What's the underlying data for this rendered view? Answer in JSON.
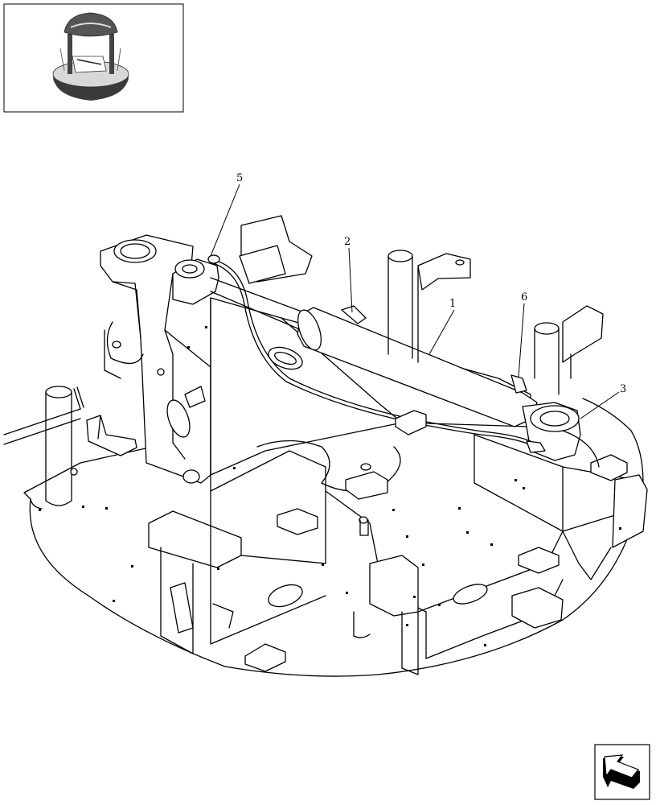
{
  "callouts": [
    {
      "id": "1",
      "label": "1"
    },
    {
      "id": "2",
      "label": "2"
    },
    {
      "id": "3",
      "label": "3"
    },
    {
      "id": "5",
      "label": "5"
    },
    {
      "id": "6",
      "label": "6"
    }
  ],
  "colors": {
    "line": "#000000",
    "background": "#ffffff",
    "thumb_dark": "#3a3a3a",
    "thumb_light": "#d8d8d8"
  },
  "icons": {
    "nav": "next-page-arrow-icon"
  }
}
